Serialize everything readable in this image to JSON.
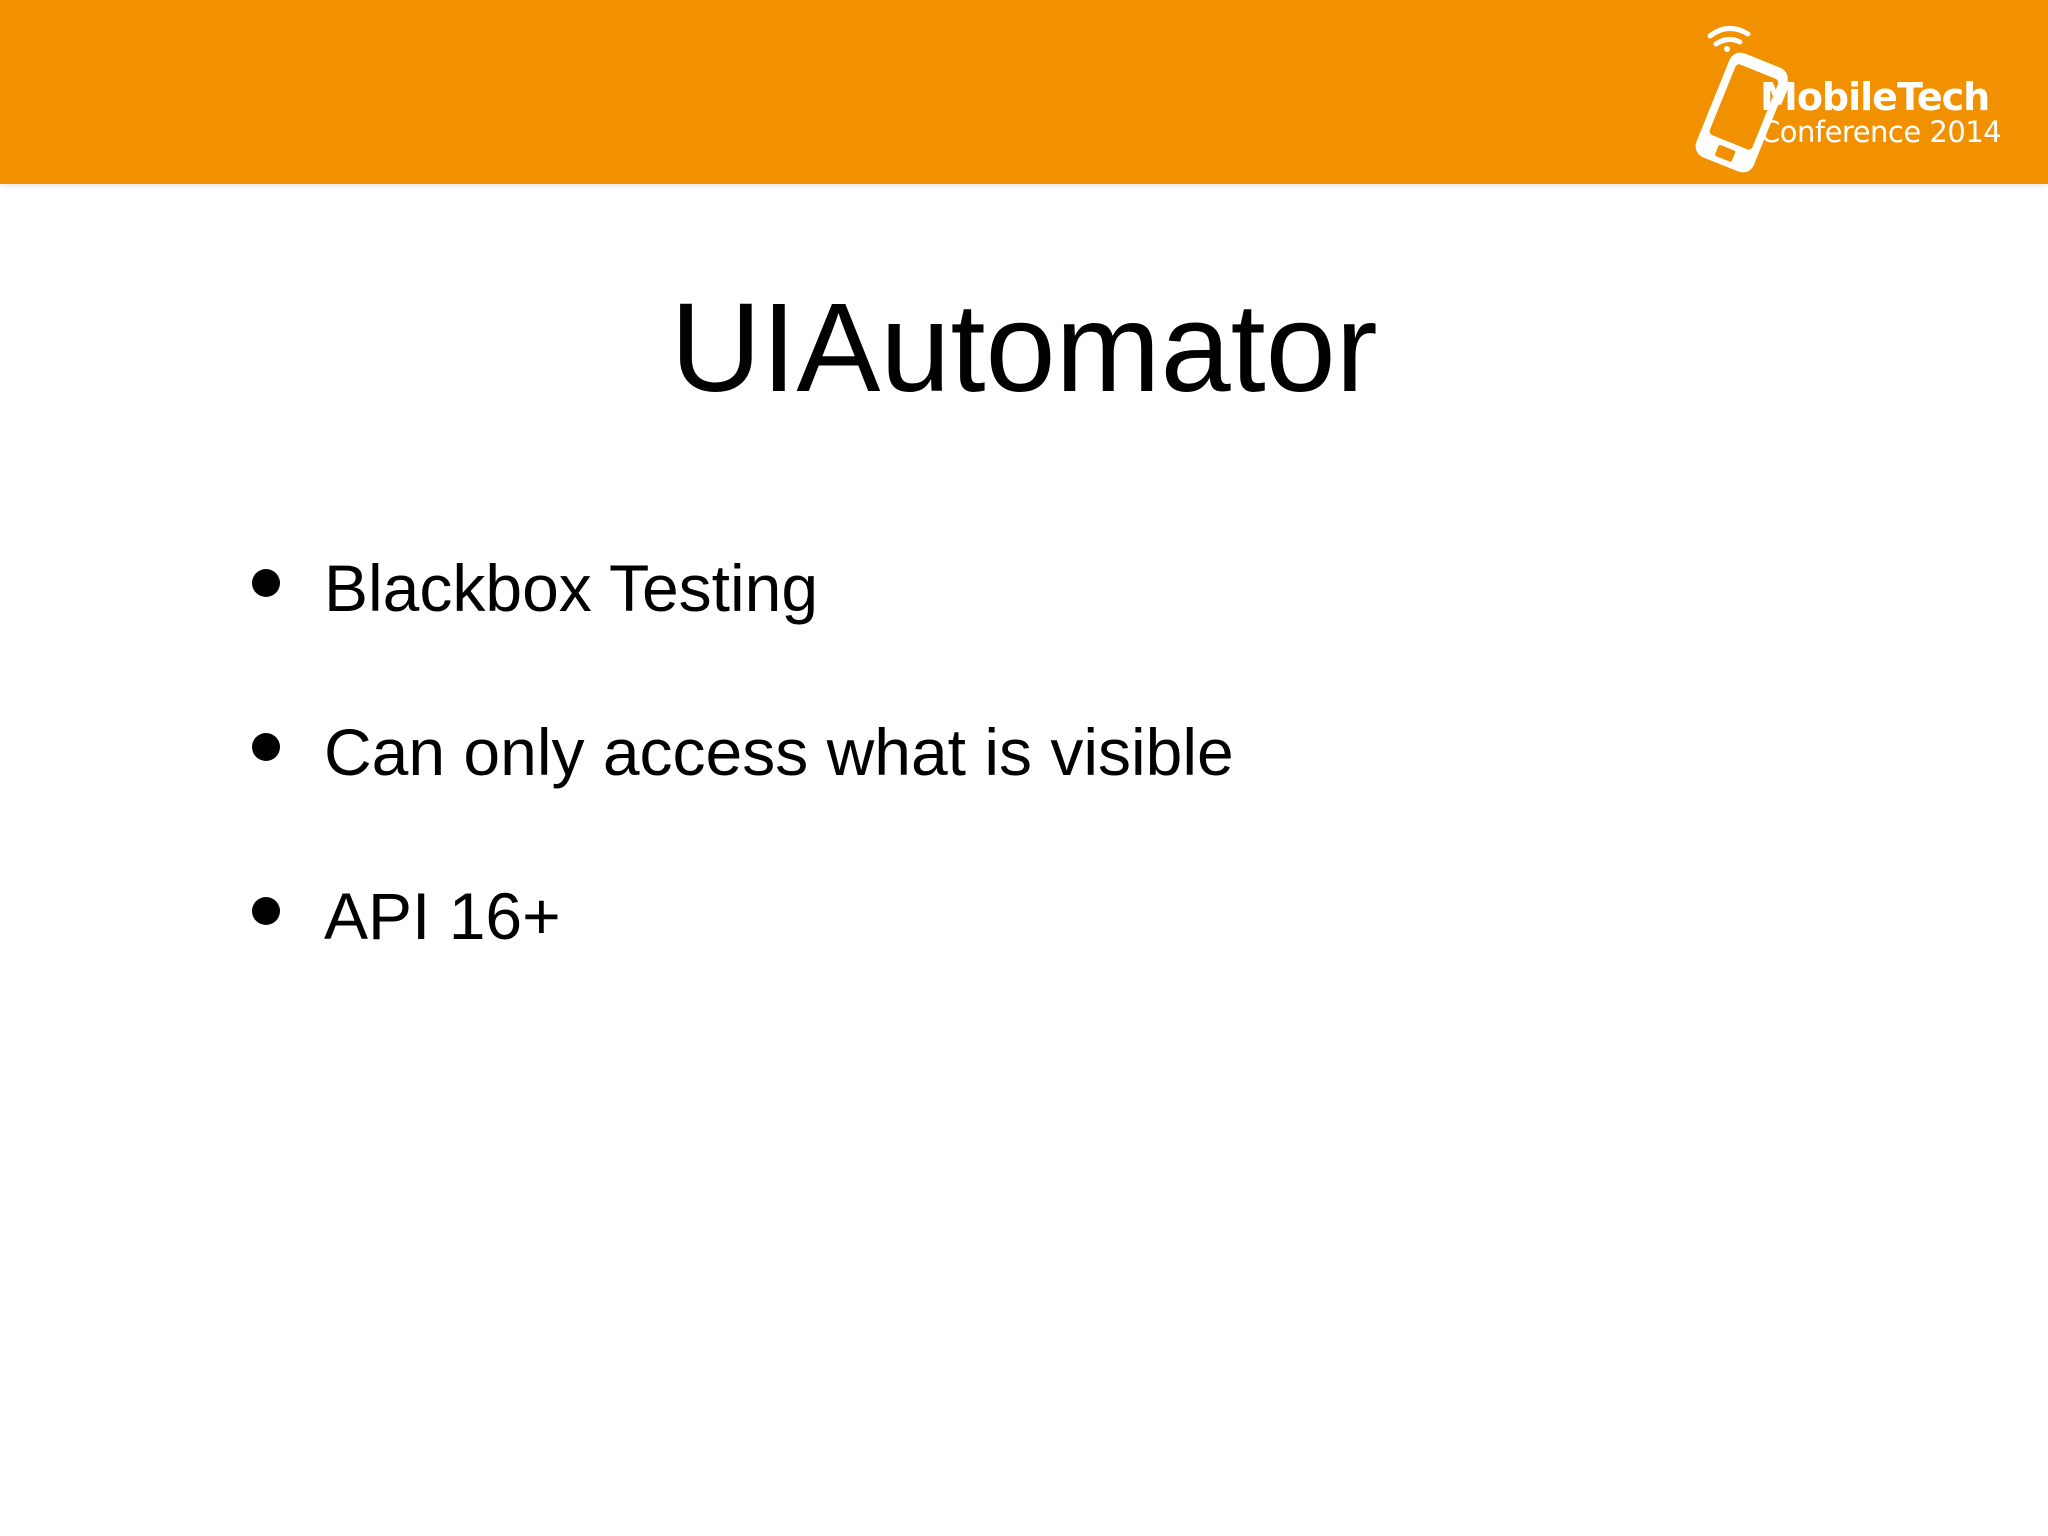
{
  "header": {
    "background_color": "#f29100",
    "logo": {
      "icon": "phone-wifi-icon",
      "title": "MobileTech",
      "subtitle": "Conference 2014"
    }
  },
  "slide": {
    "title": "UIAutomator",
    "bullets": [
      "Blackbox Testing",
      "Can only access what is visible",
      "API 16+"
    ]
  }
}
